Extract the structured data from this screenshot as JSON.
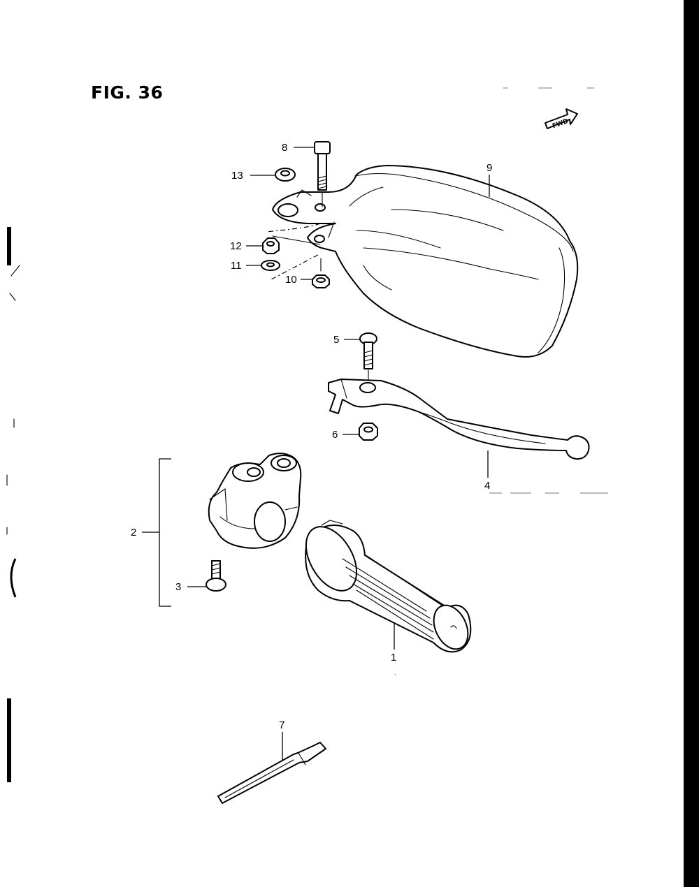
{
  "figure": {
    "title": "FIG. 36",
    "fwd_marker": "FWD"
  },
  "callouts": [
    {
      "id": "1",
      "label": "1"
    },
    {
      "id": "2",
      "label": "2"
    },
    {
      "id": "3",
      "label": "3"
    },
    {
      "id": "4",
      "label": "4"
    },
    {
      "id": "5",
      "label": "5"
    },
    {
      "id": "6",
      "label": "6"
    },
    {
      "id": "7",
      "label": "7"
    },
    {
      "id": "8",
      "label": "8"
    },
    {
      "id": "9",
      "label": "9"
    },
    {
      "id": "10",
      "label": "10"
    },
    {
      "id": "11",
      "label": "11"
    },
    {
      "id": "12",
      "label": "12"
    },
    {
      "id": "13",
      "label": "13"
    }
  ]
}
